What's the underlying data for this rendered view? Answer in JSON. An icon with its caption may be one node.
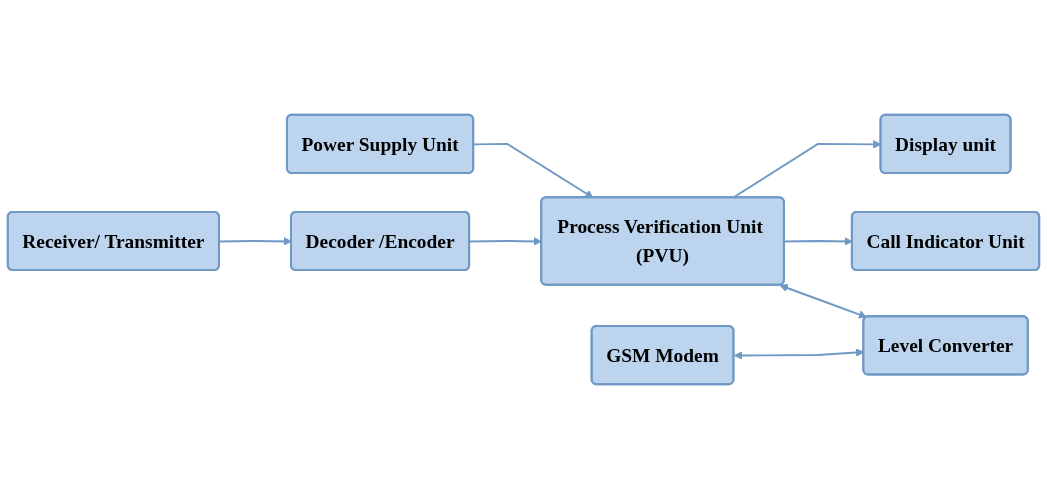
{
  "diagram": {
    "nodes": [
      {
        "text": [
          "Receiver/ Transmitter"
        ]
      },
      {
        "text": [
          "Power Supply Unit"
        ]
      },
      {
        "text": [
          "Display unit"
        ]
      },
      {
        "text": [
          "Decoder /Encoder"
        ]
      },
      {
        "text": [
          "Process Verification Unit (PVU)"
        ]
      },
      {
        "text": [
          "Call Indicator Unit"
        ]
      },
      {
        "text": [
          "GSM Modem"
        ]
      },
      {
        "text": [
          "Level Converter"
        ]
      }
    ],
    "edges": [
      {
        "from": 0,
        "to": 3,
        "arrow": "to"
      },
      {
        "from": 1,
        "to": 4,
        "arrow": "to"
      },
      {
        "from": 4,
        "to": 2,
        "arrow": "to"
      },
      {
        "from": 3,
        "to": 4,
        "arrow": "to"
      },
      {
        "from": 4,
        "to": 5,
        "arrow": "to"
      },
      {
        "from": 4,
        "to": 7,
        "arrow": "both"
      },
      {
        "from": 6,
        "to": 7,
        "arrow": "both"
      }
    ]
  }
}
